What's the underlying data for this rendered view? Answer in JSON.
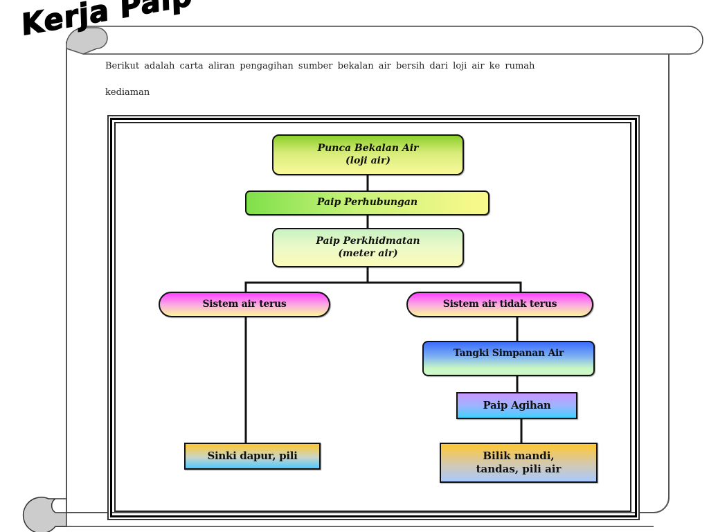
{
  "title": "Kerja Paip",
  "intro": {
    "line1": "Berikut adalah carta aliran pengagihan sumber bekalan air bersih dari loji air ke rumah",
    "line2": "kediaman"
  },
  "flowchart": {
    "nodes": {
      "punca": {
        "line1": "Punca Bekalan Air",
        "line2": "(loji air)"
      },
      "perhubungan": {
        "label": "Paip Perhubungan"
      },
      "perkhidmatan": {
        "line1": "Paip Perkhidmatan",
        "line2": "(meter air)"
      },
      "terus": {
        "label": "Sistem air terus"
      },
      "tidak_terus": {
        "label": "Sistem air tidak terus"
      },
      "tangki": {
        "label": "Tangki Simpanan Air"
      },
      "agihan": {
        "label": "Paip Agihan"
      },
      "sinki": {
        "label": "Sinki dapur, pili"
      },
      "bilik": {
        "line1": "Bilik mandi,",
        "line2": "tandas, pili air"
      }
    },
    "edges": [
      [
        "punca",
        "perhubungan"
      ],
      [
        "perhubungan",
        "perkhidmatan"
      ],
      [
        "perkhidmatan",
        "terus"
      ],
      [
        "perkhidmatan",
        "tidak_terus"
      ],
      [
        "terus",
        "sinki"
      ],
      [
        "tidak_terus",
        "tangki"
      ],
      [
        "tangki",
        "agihan"
      ],
      [
        "agihan",
        "bilik"
      ]
    ]
  },
  "colors": {
    "scroll_fill": "#ffffff",
    "scroll_curl": "#cccccc",
    "outline": "#333333"
  }
}
